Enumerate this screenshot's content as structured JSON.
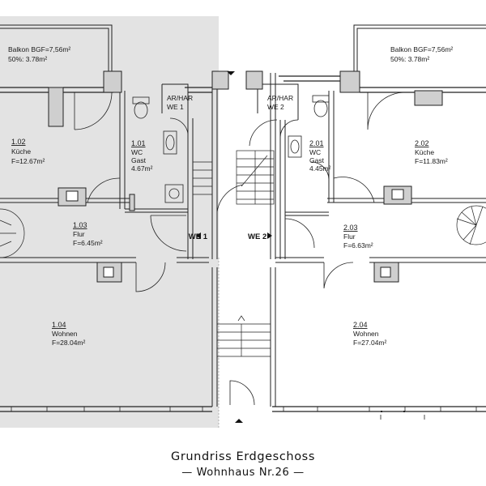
{
  "plan": {
    "title": "Grundriss Erdgeschoss",
    "subtitle": "— Wohnhaus Nr.26 —",
    "separator_labels": {
      "left": "WE 1",
      "right": "WE 2"
    },
    "rooms": {
      "balkon1": {
        "line1": "Balkon BGF=7,56m²",
        "line2": "50%: 3.78m²"
      },
      "balkon2": {
        "line1": "Balkon BGF=7,56m²",
        "line2": "50%: 3.78m²"
      },
      "har1": {
        "line1": "AR/HAR",
        "line2": "WE 1"
      },
      "har2": {
        "line1": "AR/HAR",
        "line2": "WE 2"
      },
      "r102": {
        "num": "1.02",
        "name": "Küche",
        "area": "F=12.67m²"
      },
      "r101": {
        "num": "1.01",
        "name1": "WC",
        "name2": "Gast",
        "area": "4.67m²"
      },
      "r103": {
        "num": "1.03",
        "name": "Flur",
        "area": "F=6.45m²"
      },
      "r104": {
        "num": "1.04",
        "name": "Wohnen",
        "area": "F=28.04m²"
      },
      "r201": {
        "num": "2.01",
        "name1": "WC",
        "name2": "Gast",
        "area": "4.45m²"
      },
      "r202": {
        "num": "2.02",
        "name": "Küche",
        "area": "F=11.83m²"
      },
      "r203": {
        "num": "2.03",
        "name": "Flur",
        "area": "F=6.63m²"
      },
      "r204": {
        "num": "2.04",
        "name": "Wohnen",
        "area": "F=27.04m²"
      }
    }
  }
}
